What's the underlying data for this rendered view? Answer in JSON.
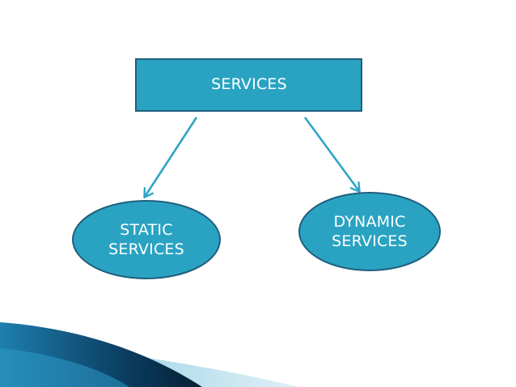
{
  "diagram": {
    "root": {
      "label": "SERVICES"
    },
    "children": [
      {
        "label_lines": [
          "STATIC",
          "SERVICES"
        ]
      },
      {
        "label_lines": [
          "DYNAMIC",
          "SERVICES"
        ]
      }
    ]
  },
  "colors": {
    "node_fill": "#2aa3c2",
    "node_stroke": "#1f5f7d",
    "arrow": "#2fa5c6",
    "text": "#ffffff",
    "wave_dark": "#0b3f63",
    "wave_mid": "#1f7fae",
    "wave_light": "#bfe2ee"
  }
}
